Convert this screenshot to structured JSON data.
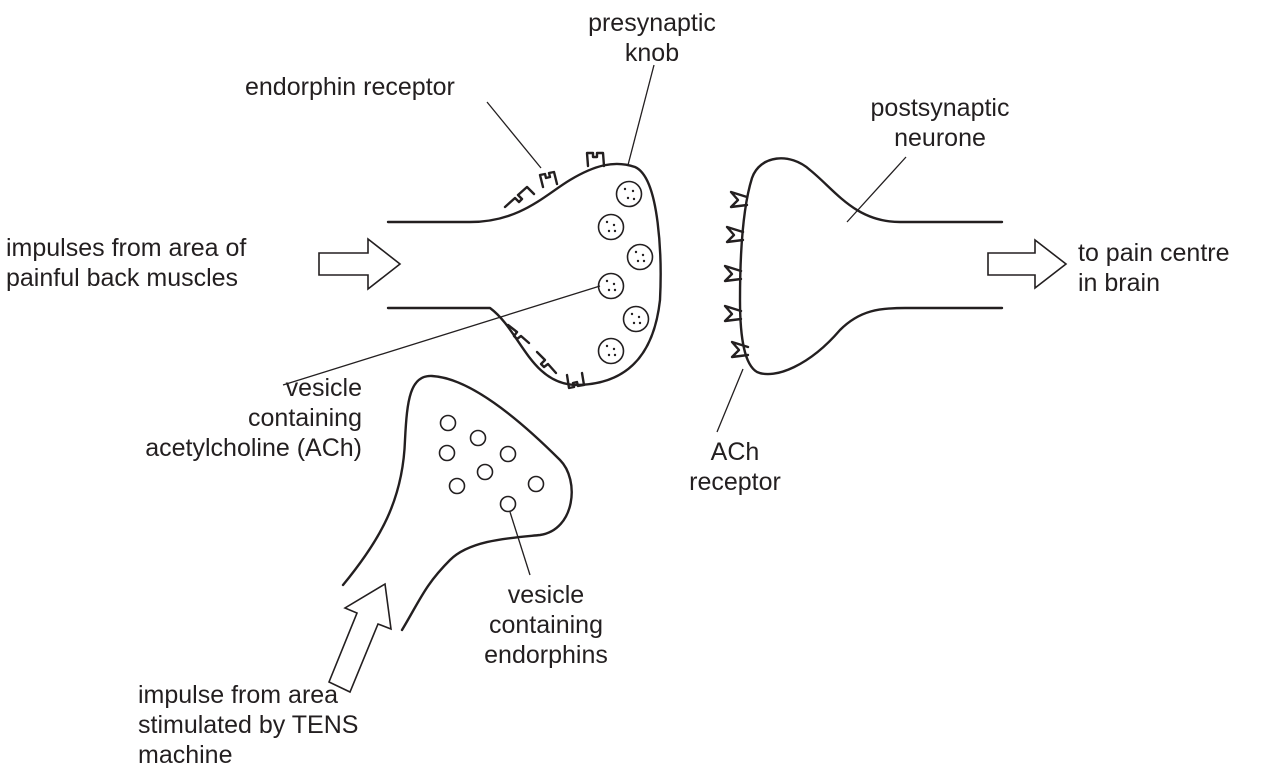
{
  "labels": {
    "presynaptic_knob": "presynaptic\nknob",
    "endorphin_receptor": "endorphin receptor",
    "postsynaptic_neurone": "postsynaptic\nneurone",
    "impulses_from_back": "impulses from area of\npainful back muscles",
    "to_pain_centre": "to pain centre\nin brain",
    "vesicle_ach": "vesicle\ncontaining\nacetylcholine (ACh)",
    "ach_receptor": "ACh\nreceptor",
    "vesicle_endorphins": "vesicle\ncontaining\nendorphins",
    "impulse_tens": "impulse from area\nstimulated by TENS\nmachine"
  },
  "colors": {
    "ink": "#231f20",
    "background": "#ffffff"
  }
}
